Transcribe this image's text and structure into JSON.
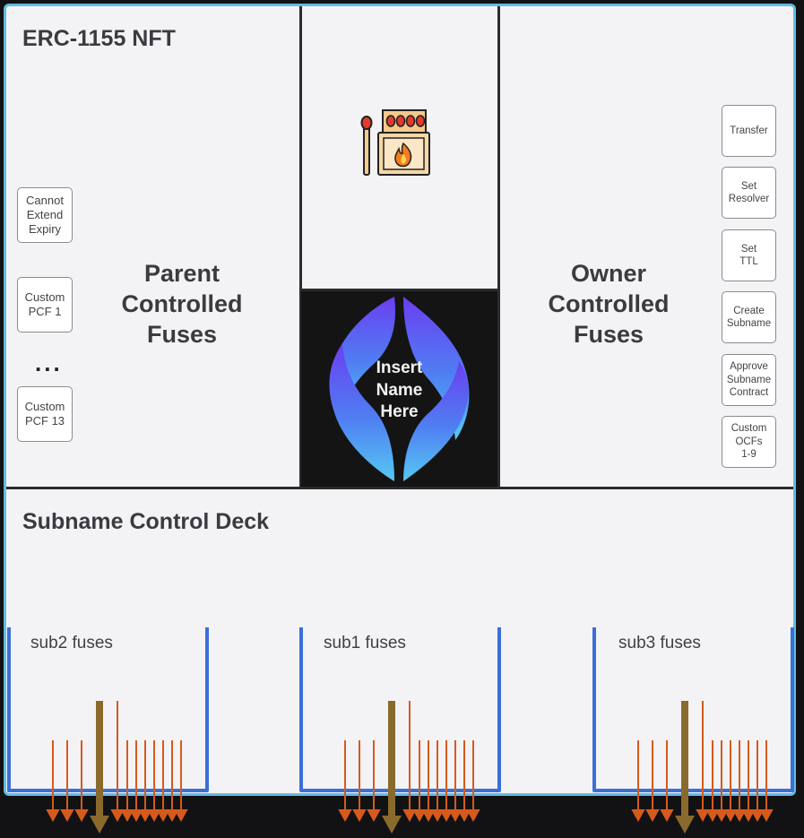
{
  "nft_title": "ERC-1155 NFT",
  "parent_section": {
    "label": [
      "Parent",
      "Controlled",
      "Fuses"
    ],
    "fuses": [
      {
        "lines": [
          "Cannot",
          "Extend",
          "Expiry"
        ]
      },
      {
        "lines": [
          "Custom",
          "PCF 1"
        ]
      },
      {
        "lines": [
          "Custom",
          "PCF 13"
        ]
      }
    ],
    "ellipsis": "..."
  },
  "owner_section": {
    "label": [
      "Owner",
      "Controlled",
      "Fuses"
    ],
    "fuses": [
      {
        "lines": [
          "Transfer"
        ]
      },
      {
        "lines": [
          "Set",
          "Resolver"
        ]
      },
      {
        "lines": [
          "Set",
          "TTL"
        ]
      },
      {
        "lines": [
          "Create",
          "Subname"
        ]
      },
      {
        "lines": [
          "Approve",
          "Subname",
          "Contract"
        ]
      },
      {
        "lines": [
          "Custom",
          "OCFs",
          "1-9"
        ]
      }
    ]
  },
  "center": {
    "matchbox_icon": "matchbox-fire-icon",
    "ens_logo": "ens-logo-icon",
    "ens_text": [
      "Insert",
      "Name",
      "Here"
    ]
  },
  "deck": {
    "title": "Subname Control Deck",
    "subnames": [
      {
        "label": "sub2 fuses"
      },
      {
        "label": "sub1 fuses"
      },
      {
        "label": "sub3 fuses"
      }
    ]
  },
  "colors": {
    "frame_border": "#62bde0",
    "bucket_blue": "#3b6fd8",
    "fuse_arrow": "#d65a1c",
    "main_arrow": "#8a6a2c",
    "dark": "#141414"
  }
}
